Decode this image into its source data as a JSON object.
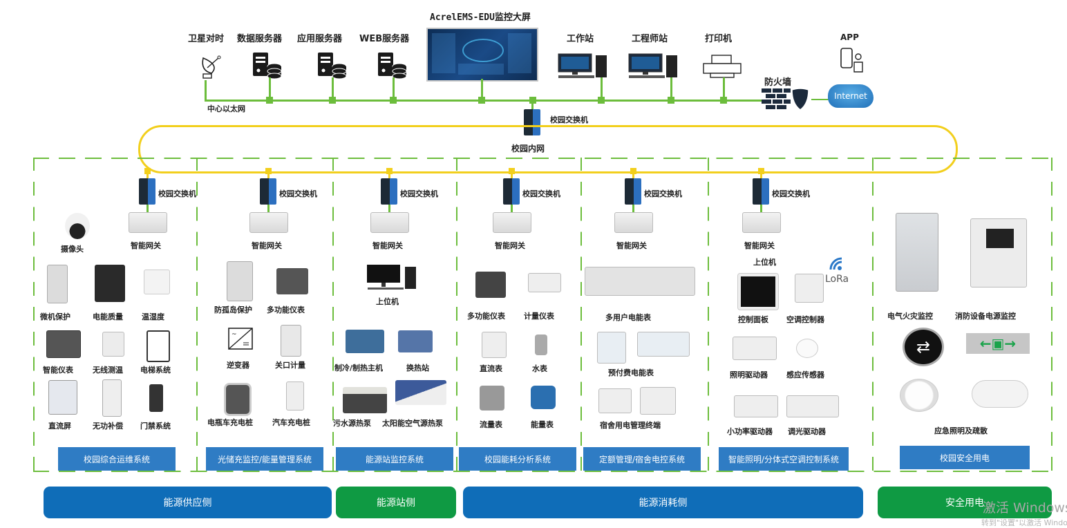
{
  "top": {
    "screen_title": "AcrelEMS-EDU监控大屏",
    "servers": [
      {
        "label": "卫星对时",
        "icon": "satellite-dish-icon"
      },
      {
        "label": "数据服务器",
        "icon": "server-database-icon"
      },
      {
        "label": "应用服务器",
        "icon": "server-database-icon"
      },
      {
        "label": "WEB服务器",
        "icon": "server-database-icon"
      }
    ],
    "workstations": [
      {
        "label": "工作站",
        "icon": "desktop-computer-icon"
      },
      {
        "label": "工程师站",
        "icon": "desktop-computer-icon"
      },
      {
        "label": "打印机",
        "icon": "printer-icon"
      }
    ],
    "app_label": "APP",
    "firewall_label": "防火墙",
    "internet_label": "Internet",
    "ethernet_label": "中心以太网",
    "core_switch_label": "校园交换机",
    "campus_network_label": "校园内网"
  },
  "switch_label": "校园交换机",
  "gateway_label": "智能网关",
  "sections": [
    {
      "system": "校园综合运维系统",
      "camera": "摄像头",
      "devices": [
        "微机保护",
        "电能质量",
        "温湿度",
        "智能仪表",
        "无线测温",
        "电梯系统",
        "直流屏",
        "无功补偿",
        "门禁系统"
      ]
    },
    {
      "system": "光储充监控/能量管理系统",
      "devices": [
        "防孤岛保护",
        "多功能仪表",
        "逆变器",
        "关口计量",
        "电瓶车充电桩",
        "汽车充电桩"
      ]
    },
    {
      "system": "能源站监控系统",
      "host": "上位机",
      "devices": [
        "制冷/制热主机",
        "换热站",
        "污水源热泵",
        "太阳能空气源热泵"
      ]
    },
    {
      "system": "校园能耗分析系统",
      "devices": [
        "多功能仪表",
        "计量仪表",
        "直流表",
        "水表",
        "流量表",
        "能量表"
      ]
    },
    {
      "system": "定额管理/宿舍电控系统",
      "devices": [
        "多用户电能表",
        "预付费电能表",
        "宿舍用电管理终端"
      ]
    },
    {
      "system": "智能照明/分体式空调控制系统",
      "host": "上位机",
      "lora": "LoRa",
      "devices": [
        "控制面板",
        "空调控制器",
        "照明驱动器",
        "感应传感器",
        "小功率驱动器",
        "调光驱动器"
      ]
    },
    {
      "system": "校园安全用电",
      "devices": [
        "电气火灾监控",
        "消防设备电源监控",
        "应急照明及疏散"
      ]
    }
  ],
  "bottom": [
    {
      "label": "能源供应侧",
      "color": "#0f6db8"
    },
    {
      "label": "能源站侧",
      "color": "#0f9a43"
    },
    {
      "label": "能源消耗侧",
      "color": "#0f6db8"
    },
    {
      "label": "安全用电",
      "color": "#0f9a43"
    }
  ],
  "watermark": {
    "line1": "激活 Windows",
    "line2": "转到\"设置\"以激活 Windows"
  }
}
